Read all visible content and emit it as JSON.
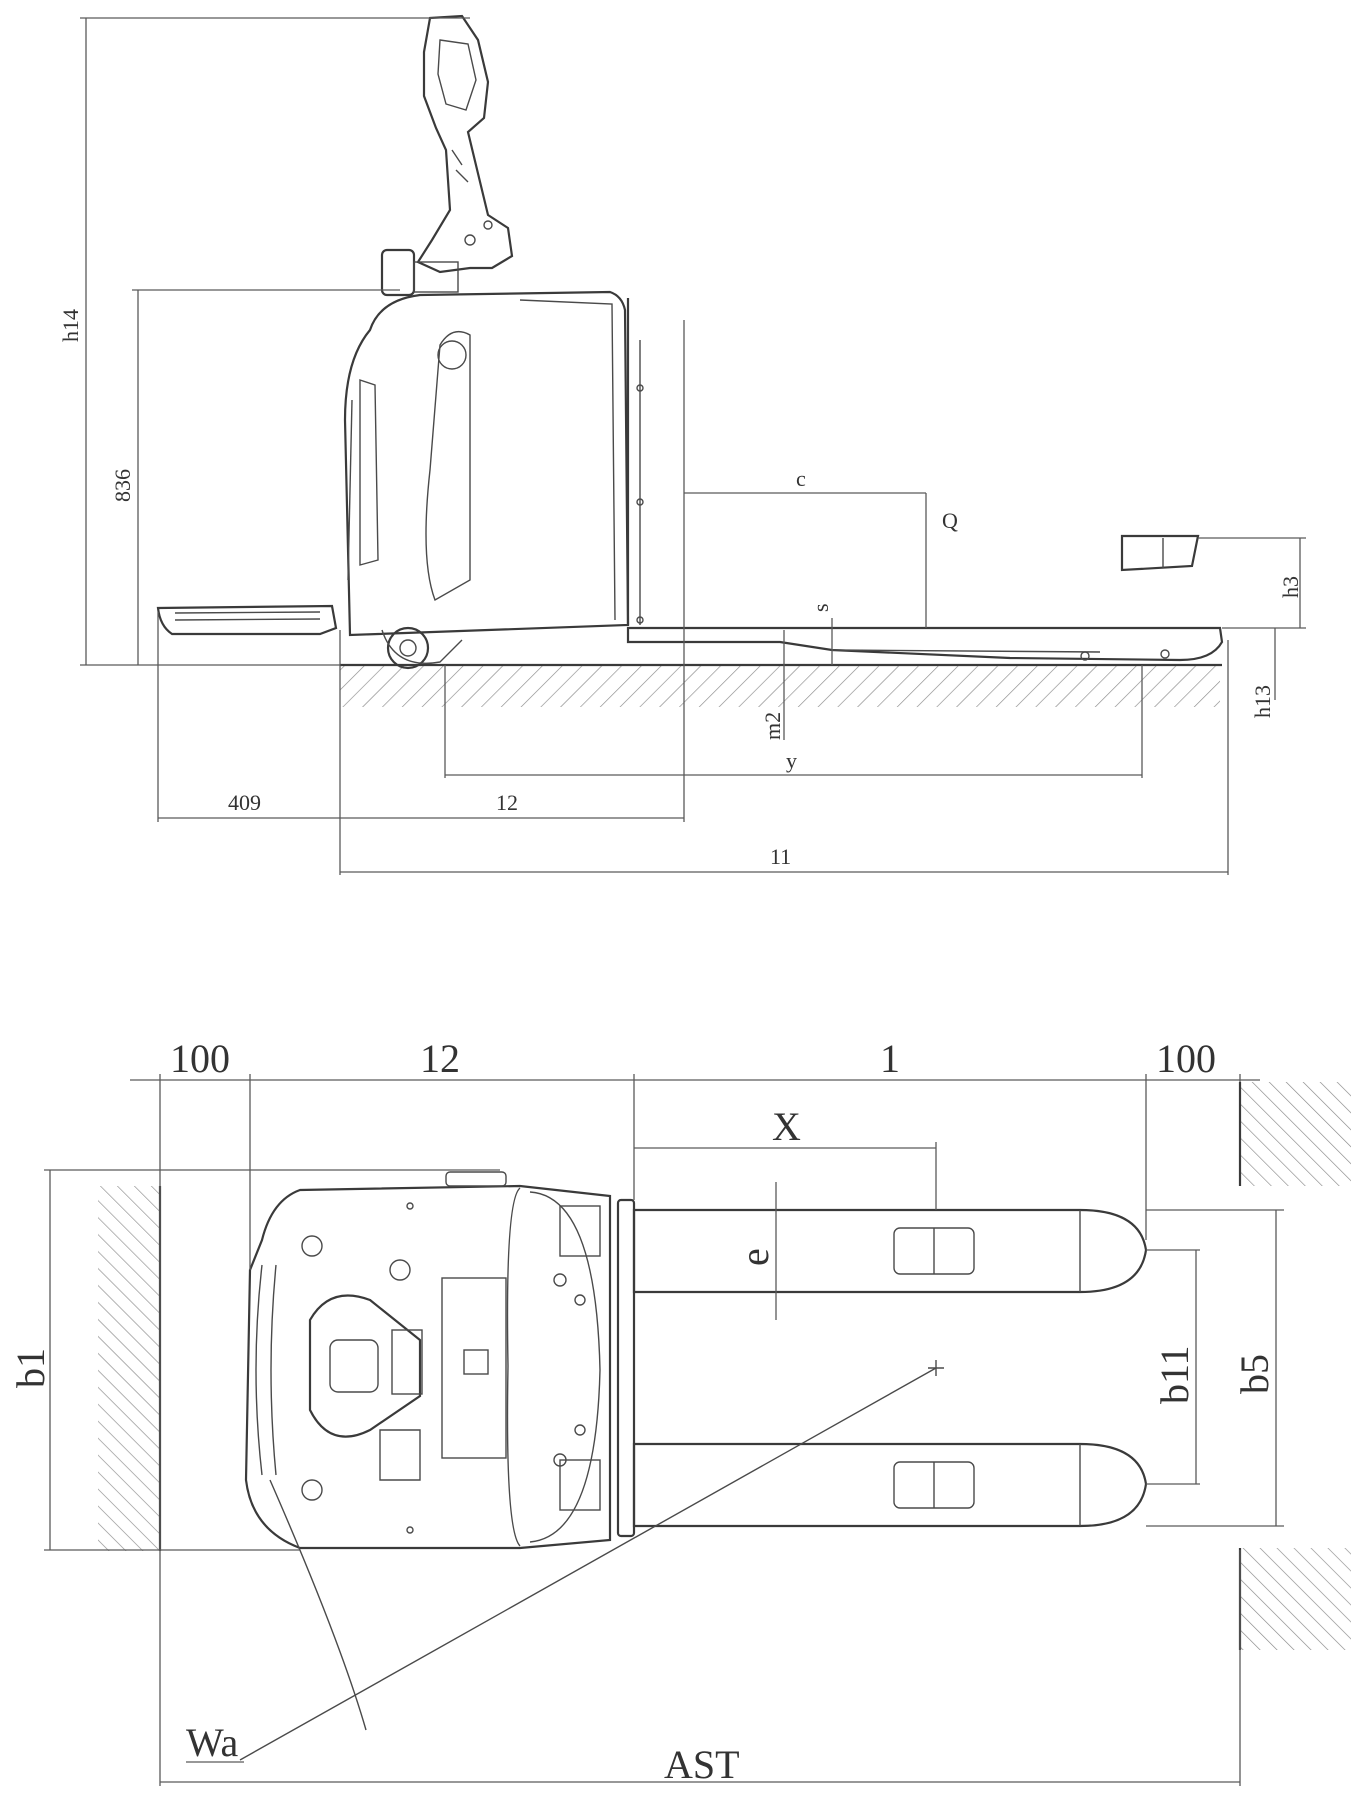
{
  "side_view": {
    "labels": {
      "h14": "h14",
      "836": "836",
      "c": "c",
      "Q": "Q",
      "h3": "h3",
      "s": "s",
      "h13": "h13",
      "m2": "m2",
      "y": "y",
      "409": "409",
      "l2": "12",
      "l1": "11"
    }
  },
  "top_view": {
    "labels": {
      "100_left": "100",
      "l2": "12",
      "l": "1",
      "100_right": "100",
      "X": "X",
      "e": "e",
      "b1": "b1",
      "b11": "b11",
      "b5": "b5",
      "Wa": "Wa",
      "AST": "AST"
    }
  },
  "colors": {
    "line": "#3a3a3a",
    "hatch": "#8a8a8a",
    "background": "#ffffff"
  }
}
